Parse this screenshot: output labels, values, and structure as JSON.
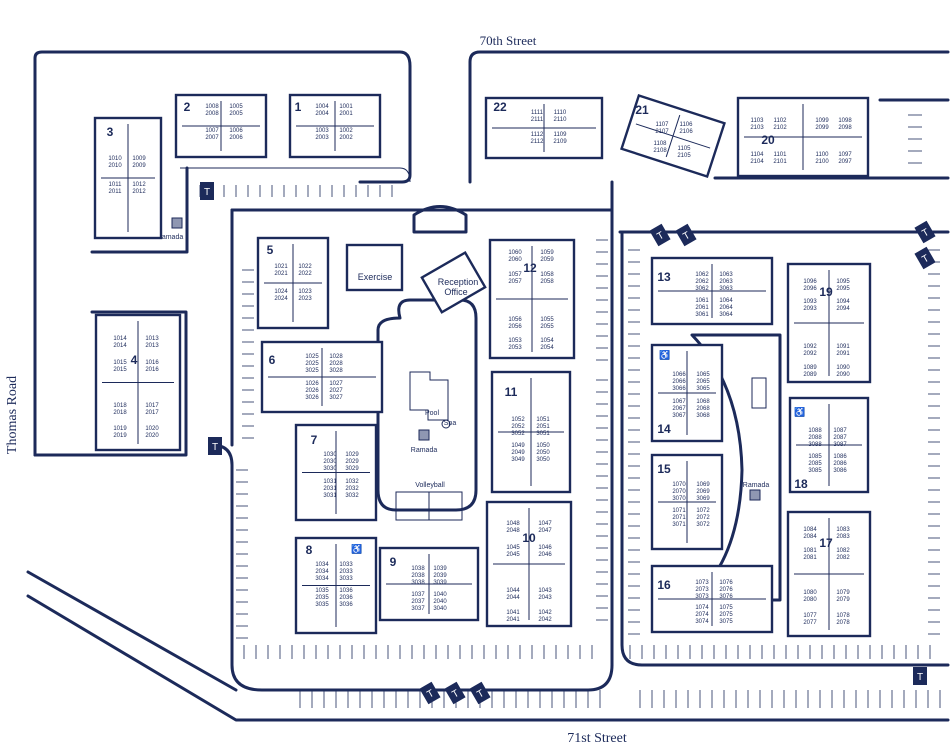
{
  "colors": {
    "ink": "#1c2a5a",
    "background": "#ffffff"
  },
  "streets": {
    "north": "70th Street",
    "south": "71st Street",
    "west": "Thomas Road"
  },
  "amenities": {
    "exercise": "Exercise",
    "reception_line1": "Reception",
    "reception_line2": "Office",
    "pool": "Pool",
    "spa": "Spa",
    "volleyball": "Volleyball",
    "ramada": "Ramada",
    "trash": "T"
  },
  "buildings": [
    {
      "num": "1",
      "units": [
        [
          "1004",
          "2004"
        ],
        [
          "1001",
          "2001"
        ],
        [
          "1003",
          "2003"
        ],
        [
          "1002",
          "2002"
        ]
      ]
    },
    {
      "num": "2",
      "units": [
        [
          "1008",
          "2008"
        ],
        [
          "1005",
          "2005"
        ],
        [
          "1007",
          "2007"
        ],
        [
          "1006",
          "2006"
        ]
      ]
    },
    {
      "num": "3",
      "units": [
        [
          "1010",
          "2010"
        ],
        [
          "1009",
          "2009"
        ],
        [
          "1011",
          "2011"
        ],
        [
          "1012",
          "2012"
        ]
      ]
    },
    {
      "num": "4",
      "units": [
        [
          "1014",
          "2014"
        ],
        [
          "1013",
          "2013"
        ],
        [
          "1015",
          "2015"
        ],
        [
          "1016",
          "2016"
        ],
        [
          "1018",
          "2018"
        ],
        [
          "1017",
          "2017"
        ],
        [
          "1019",
          "2019"
        ],
        [
          "1020",
          "2020"
        ]
      ]
    },
    {
      "num": "5",
      "units": [
        [
          "1021",
          "2021"
        ],
        [
          "1022",
          "2022"
        ],
        [
          "1024",
          "2024"
        ],
        [
          "1023",
          "2023"
        ]
      ]
    },
    {
      "num": "6",
      "units": [
        [
          "1025",
          "2025",
          "3025"
        ],
        [
          "1028",
          "2028",
          "3028"
        ],
        [
          "1026",
          "2026",
          "3026"
        ],
        [
          "1027",
          "2027",
          "3027"
        ]
      ]
    },
    {
      "num": "7",
      "units": [
        [
          "1030",
          "2030",
          "3030"
        ],
        [
          "1029",
          "2029",
          "3029"
        ],
        [
          "1031",
          "2031",
          "3031"
        ],
        [
          "1032",
          "2032",
          "3032"
        ]
      ]
    },
    {
      "num": "8",
      "units": [
        [
          "1034",
          "2034",
          "3034"
        ],
        [
          "1033",
          "2033",
          "3033"
        ],
        [
          "1035",
          "2035",
          "3035"
        ],
        [
          "1036",
          "2036",
          "3036"
        ]
      ]
    },
    {
      "num": "9",
      "units": [
        [
          "1038",
          "2038",
          "3038"
        ],
        [
          "1039",
          "2039",
          "3039"
        ],
        [
          "1037",
          "2037",
          "3037"
        ],
        [
          "1040",
          "2040",
          "3040"
        ]
      ]
    },
    {
      "num": "10",
      "units": [
        [
          "1048",
          "2048"
        ],
        [
          "1047",
          "2047"
        ],
        [
          "1045",
          "2045"
        ],
        [
          "1046",
          "2046"
        ],
        [
          "1044",
          "2044"
        ],
        [
          "1043",
          "2043"
        ],
        [
          "1041",
          "2041"
        ],
        [
          "1042",
          "2042"
        ]
      ]
    },
    {
      "num": "11",
      "units": [
        [
          "1052",
          "2052",
          "3052"
        ],
        [
          "1051",
          "2051",
          "3051"
        ],
        [
          "1049",
          "2049",
          "3049"
        ],
        [
          "1050",
          "2050",
          "3050"
        ]
      ]
    },
    {
      "num": "12",
      "units": [
        [
          "1060",
          "2060"
        ],
        [
          "1059",
          "2059"
        ],
        [
          "1057",
          "2057"
        ],
        [
          "1058",
          "2058"
        ],
        [
          "1056",
          "2056"
        ],
        [
          "1055",
          "2055"
        ],
        [
          "1053",
          "2053"
        ],
        [
          "1054",
          "2054"
        ]
      ]
    },
    {
      "num": "13",
      "units": [
        [
          "1062",
          "2062",
          "3062"
        ],
        [
          "1063",
          "2063",
          "3063"
        ],
        [
          "1061",
          "2061",
          "3061"
        ],
        [
          "1064",
          "2064",
          "3064"
        ]
      ]
    },
    {
      "num": "14",
      "units": [
        [
          "1066",
          "2066",
          "3066"
        ],
        [
          "1065",
          "2065",
          "3065"
        ],
        [
          "1067",
          "2067",
          "3067"
        ],
        [
          "1068",
          "2068",
          "3068"
        ]
      ]
    },
    {
      "num": "15",
      "units": [
        [
          "1070",
          "2070",
          "3070"
        ],
        [
          "1069",
          "2069",
          "3069"
        ],
        [
          "1071",
          "2071",
          "3071"
        ],
        [
          "1072",
          "2072",
          "3072"
        ]
      ]
    },
    {
      "num": "16",
      "units": [
        [
          "1073",
          "2073",
          "3073"
        ],
        [
          "1076",
          "2076",
          "3076"
        ],
        [
          "1074",
          "2074",
          "3074"
        ],
        [
          "1075",
          "2075",
          "3075"
        ]
      ]
    },
    {
      "num": "17",
      "units": [
        [
          "1084",
          "2084"
        ],
        [
          "1083",
          "2083"
        ],
        [
          "1081",
          "2081"
        ],
        [
          "1082",
          "2082"
        ],
        [
          "1080",
          "2080"
        ],
        [
          "1079",
          "2079"
        ],
        [
          "1077",
          "2077"
        ],
        [
          "1078",
          "2078"
        ]
      ]
    },
    {
      "num": "18",
      "units": [
        [
          "1088",
          "2088",
          "3088"
        ],
        [
          "1087",
          "2087",
          "3087"
        ],
        [
          "1085",
          "2085",
          "3085"
        ],
        [
          "1086",
          "2086",
          "3086"
        ]
      ]
    },
    {
      "num": "19",
      "units": [
        [
          "1096",
          "2096"
        ],
        [
          "1095",
          "2095"
        ],
        [
          "1093",
          "2093"
        ],
        [
          "1094",
          "2094"
        ],
        [
          "1092",
          "2092"
        ],
        [
          "1091",
          "2091"
        ],
        [
          "1089",
          "2089"
        ],
        [
          "1090",
          "2090"
        ]
      ]
    },
    {
      "num": "20",
      "units": [
        [
          "1103",
          "2103"
        ],
        [
          "1102",
          "2102"
        ],
        [
          "1099",
          "2099"
        ],
        [
          "1098",
          "2098"
        ],
        [
          "1104",
          "2104"
        ],
        [
          "1101",
          "2101"
        ],
        [
          "1100",
          "2100"
        ],
        [
          "1097",
          "2097"
        ]
      ]
    },
    {
      "num": "21",
      "units": [
        [
          "1107",
          "2107"
        ],
        [
          "1106",
          "2106"
        ],
        [
          "1108",
          "2108"
        ],
        [
          "1105",
          "2105"
        ]
      ]
    },
    {
      "num": "22",
      "units": [
        [
          "1111",
          "2111"
        ],
        [
          "1110",
          "2110"
        ],
        [
          "1112",
          "2112"
        ],
        [
          "1109",
          "2109"
        ]
      ]
    }
  ]
}
